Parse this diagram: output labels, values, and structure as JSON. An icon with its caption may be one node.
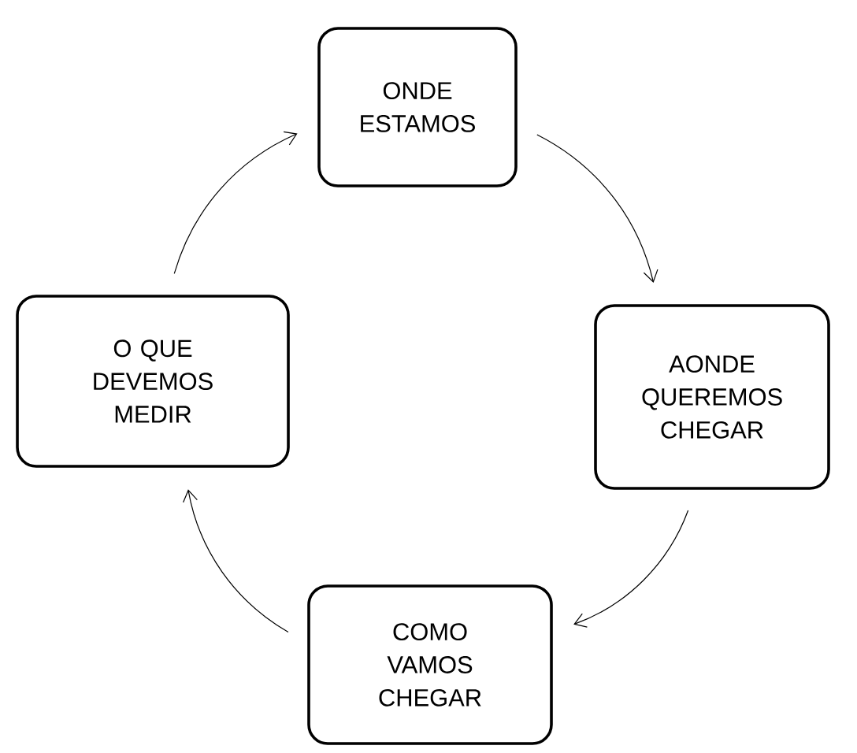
{
  "diagram": {
    "nodes": [
      {
        "text": [
          "ONDE ESTAMOS"
        ]
      },
      {
        "text": [
          "AONDE QUEREMOS CHEGAR"
        ]
      },
      {
        "text": [
          "COMO VAMOS CHEGAR"
        ]
      },
      {
        "text": [
          "O QUE DEVEMOS MEDIR"
        ]
      }
    ],
    "edges": [
      {
        "from": 0,
        "to": 1,
        "arrow": "to"
      },
      {
        "from": 1,
        "to": 2,
        "arrow": "to"
      },
      {
        "from": 2,
        "to": 3,
        "arrow": "to"
      },
      {
        "from": 3,
        "to": 0,
        "arrow": "to"
      }
    ]
  }
}
